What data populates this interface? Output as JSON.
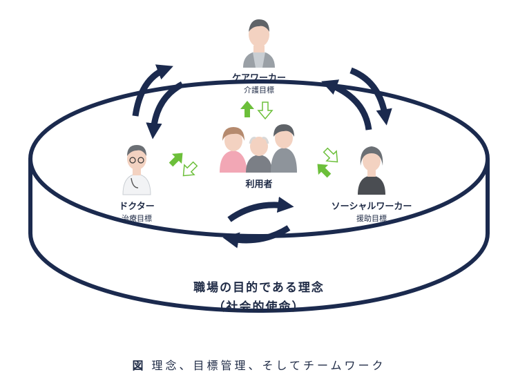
{
  "roles": {
    "careworker": {
      "name": "ケアワーカー",
      "goal": "介護目標"
    },
    "user": {
      "name": "利用者"
    },
    "doctor": {
      "name": "ドクター",
      "goal": "治療目標"
    },
    "socialworker": {
      "name": "ソーシャルワーカー",
      "goal": "援助目標"
    }
  },
  "base": {
    "line1": "職場の目的である理念",
    "line2": "（社会的使命）"
  },
  "caption": {
    "prefix": "図",
    "text": "理念、目標管理、そしてチームワーク"
  },
  "colors": {
    "navy": "#1b2a4e",
    "green": "#6cbf3a",
    "skin": "#f3d2c1",
    "gray": "#8e949b"
  }
}
